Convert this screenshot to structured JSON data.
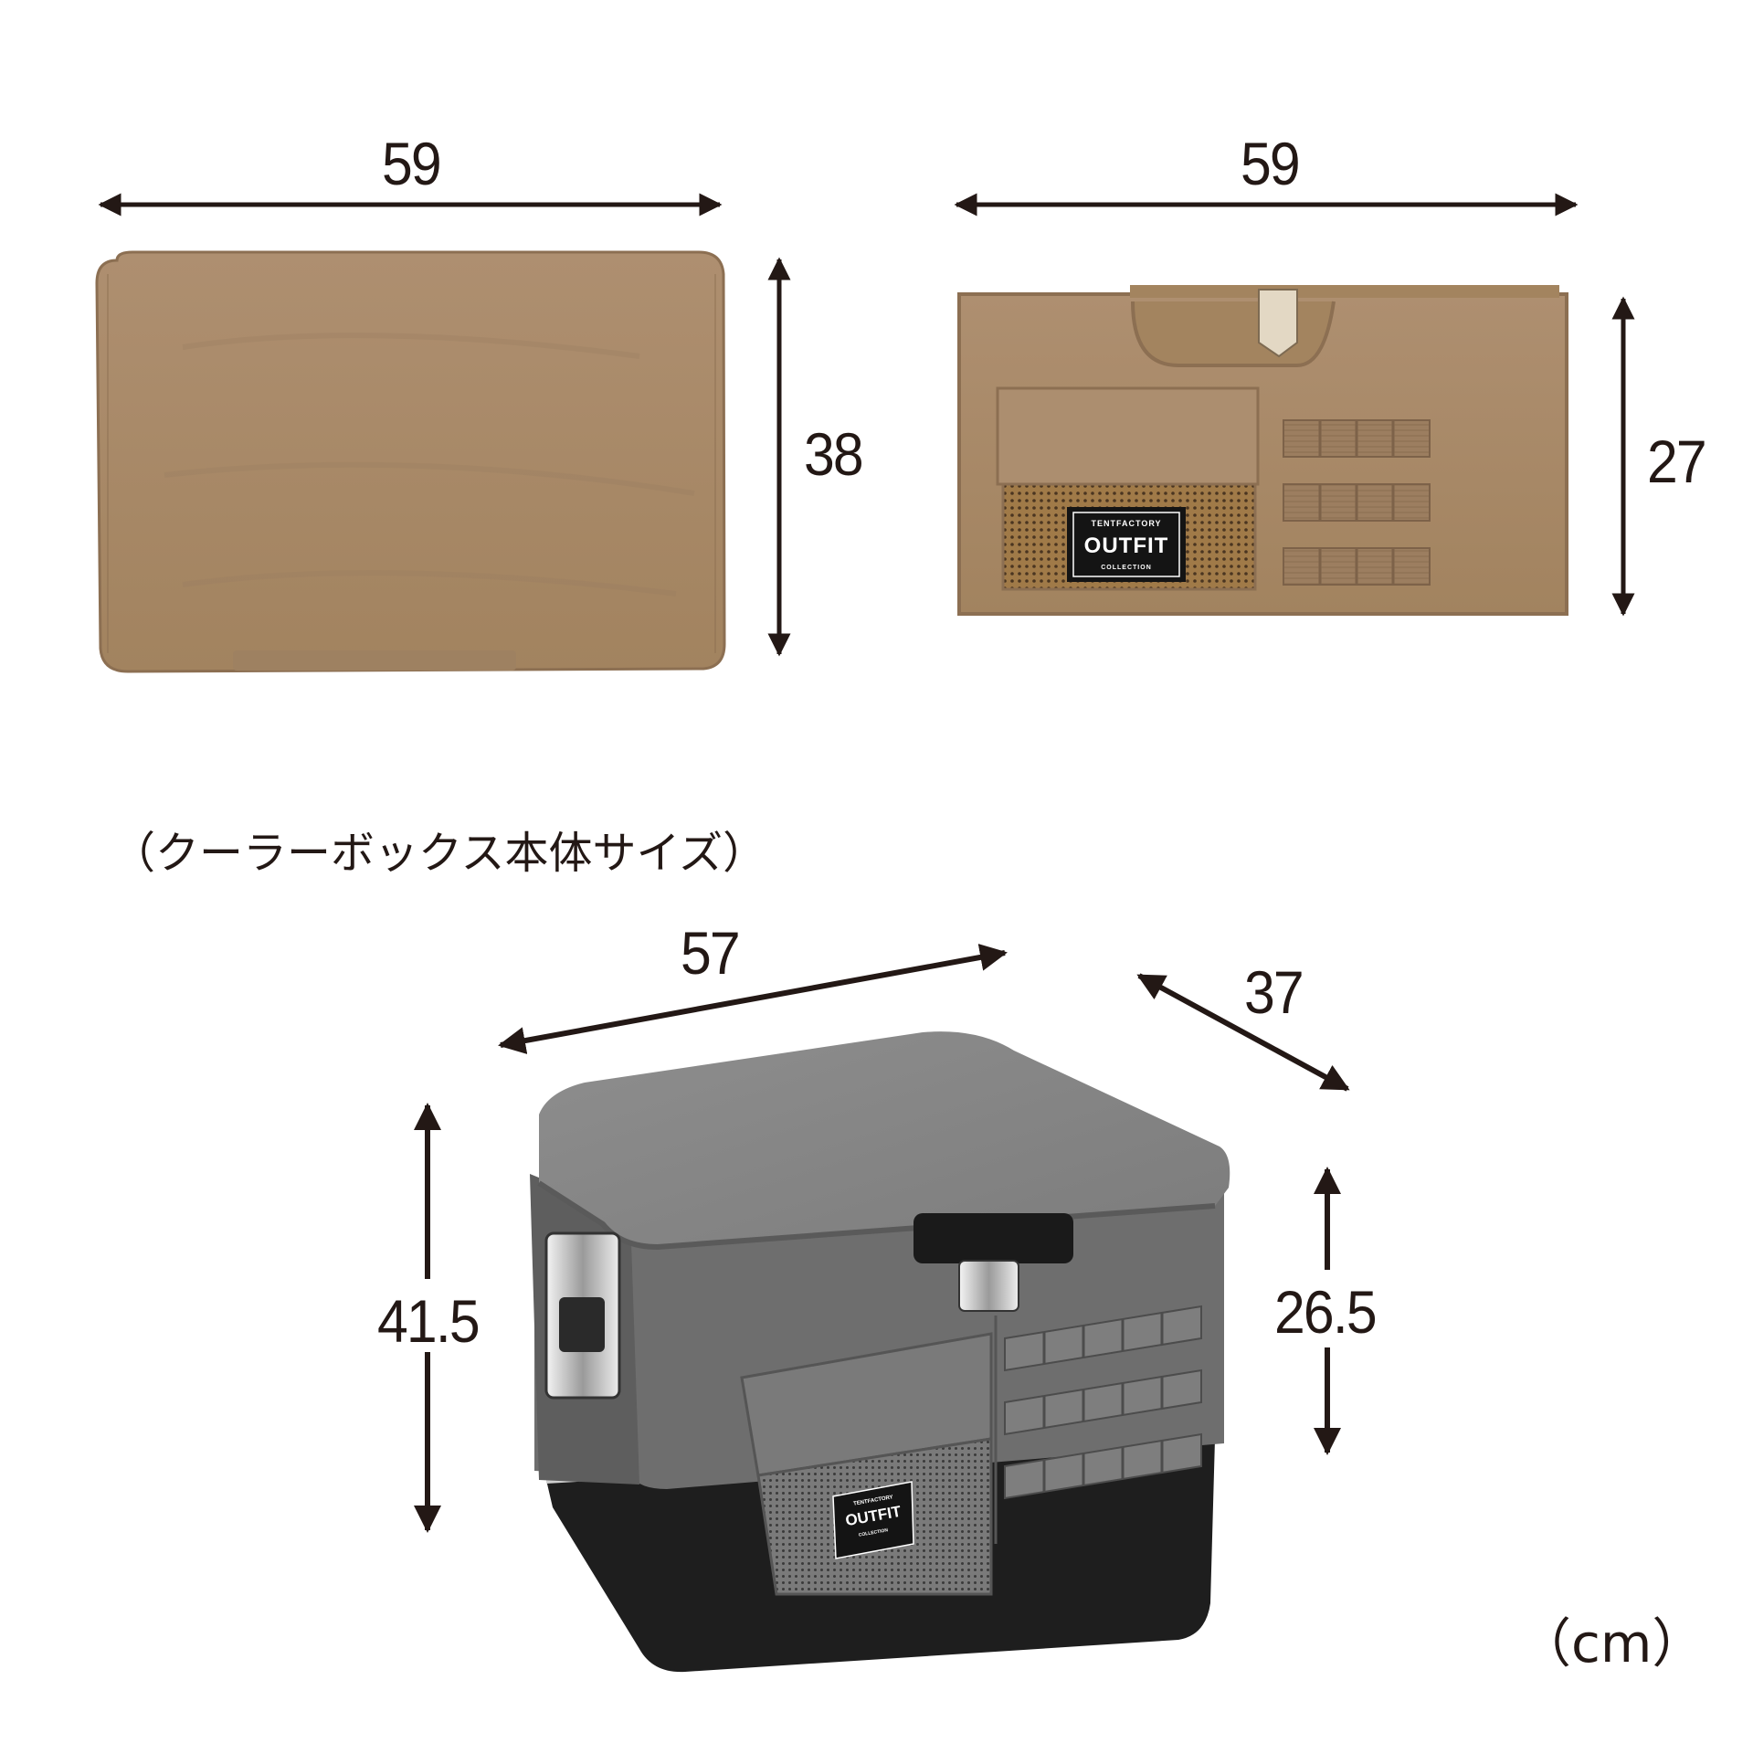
{
  "colors": {
    "ink": "#231815",
    "tan_fabric": "#A8896A",
    "tan_dark": "#8C6F52",
    "tan_mesh": "#9A7443",
    "gray_fabric": "#6E6E6E",
    "gray_lid": "#8A8A8A",
    "gray_dark": "#555555",
    "black_base": "#1E1E1E",
    "steel": "#D8D8D8",
    "patch": "#141414"
  },
  "lid_pad": {
    "width_label": "59",
    "height_label": "38"
  },
  "side_panel": {
    "width_label": "59",
    "height_label": "27",
    "patch": {
      "brand_top": "TENTFACTORY",
      "brand_main": "OUTFIT",
      "brand_bottom": "COLLECTION"
    }
  },
  "cooler": {
    "caption": "（クーラーボックス本体サイズ）",
    "width_label": "57",
    "depth_label": "37",
    "total_height_label": "41.5",
    "body_height_label": "26.5",
    "patch": {
      "brand_top": "TENTFACTORY",
      "brand_main": "OUTFIT",
      "brand_bottom": "COLLECTION"
    }
  },
  "unit_label": "（cm）"
}
